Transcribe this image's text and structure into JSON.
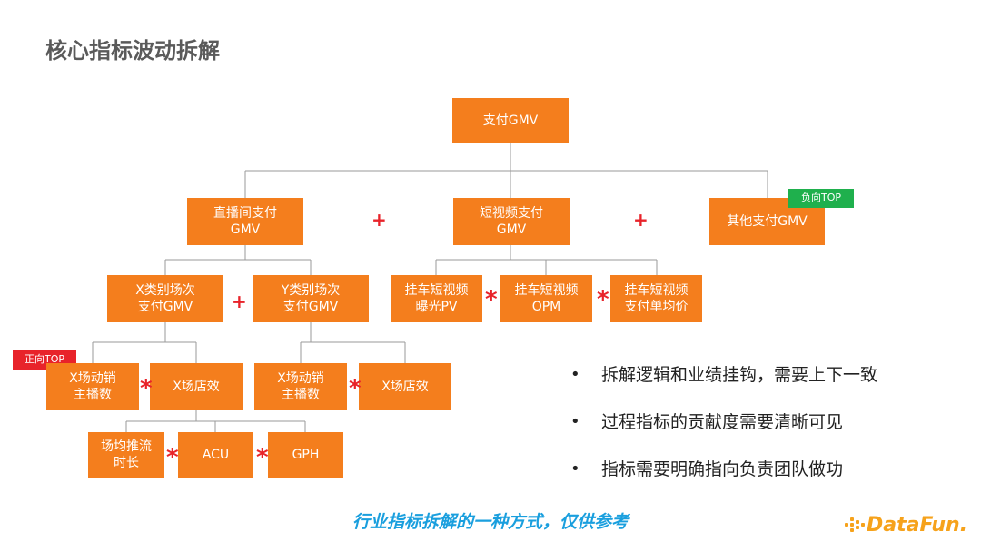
{
  "title": "核心指标波动拆解",
  "nodes": {
    "root": "支付GMV",
    "live_l1": "直播间支付",
    "live_l2": "GMV",
    "short_l1": "短视频支付",
    "short_l2": "GMV",
    "other": "其他支付GMV",
    "xcat_l1": "X类别场次",
    "xcat_l2": "支付GMV",
    "ycat_l1": "Y类别场次",
    "ycat_l2": "支付GMV",
    "hang_pv_l1": "挂车短视频",
    "hang_pv_l2": "曝光PV",
    "hang_opm_l1": "挂车短视频",
    "hang_opm_l2": "OPM",
    "hang_price_l1": "挂车短视频",
    "hang_price_l2": "支付单均价",
    "x_anchor_l1": "X场动销",
    "x_anchor_l2": "主播数",
    "x_store": "X场店效",
    "x2_anchor_l1": "X场动销",
    "x2_anchor_l2": "主播数",
    "x2_store": "X场店效",
    "duration_l1": "场均推流",
    "duration_l2": "时长",
    "acu": "ACU",
    "gph": "GPH"
  },
  "operators": {
    "plus": "+",
    "times": "*"
  },
  "tags": {
    "negative_top": "负向TOP",
    "positive_top": "正向TOP"
  },
  "bullets": [
    "拆解逻辑和业绩挂钩，需要上下一致",
    "过程指标的贡献度需要清晰可见",
    "指标需要明确指向负责团队做功"
  ],
  "bullet_symbol": "•",
  "footnote": "行业指标拆解的一种方式，仅供参考",
  "logo": {
    "text": "DataFun."
  },
  "colors": {
    "box": "#f47e1d",
    "operator": "#e8232a",
    "tag_negative": "#1fb04d",
    "tag_positive": "#e8232a",
    "footnote": "#1a9fde",
    "logo": "#f6a21b"
  }
}
